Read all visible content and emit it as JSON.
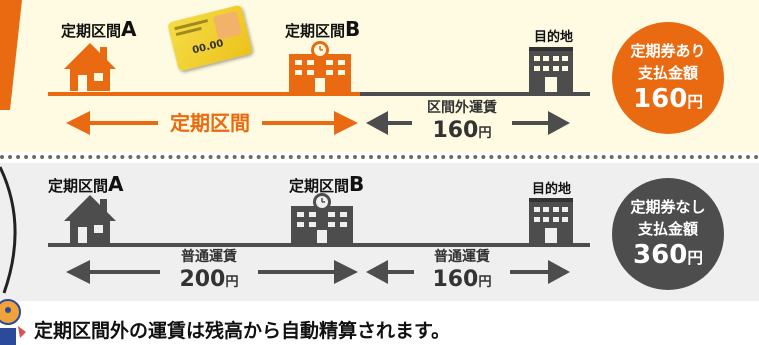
{
  "colors": {
    "orange": "#e96a10",
    "gray": "#4d4d4d",
    "top_bg": "#fffbe2",
    "bottom_bg": "#efefef"
  },
  "icons": {
    "home": "house-icon",
    "school": "school-building-icon",
    "destination": "office-building-icon",
    "card": "ic-card-icon",
    "mascot": "mascot-icon"
  },
  "with_pass": {
    "section_a": "定期区間",
    "section_a_letter": "A",
    "section_b": "定期区間",
    "section_b_letter": "B",
    "destination": "目的地",
    "card_balance": "00.00",
    "pass_range_label": "定期区間",
    "extra_fare_label": "区間外運賃",
    "extra_fare_amount": "160",
    "yen": "円",
    "badge_line1": "定期券あり",
    "badge_line2": "支払金額",
    "badge_amount": "160"
  },
  "without_pass": {
    "section_a": "定期区間",
    "section_a_letter": "A",
    "section_b": "定期区間",
    "section_b_letter": "B",
    "destination": "目的地",
    "fare1_label": "普通運賃",
    "fare1_amount": "200",
    "fare2_label": "普通運賃",
    "fare2_amount": "160",
    "yen": "円",
    "badge_line1": "定期券なし",
    "badge_line2": "支払金額",
    "badge_amount": "360"
  },
  "footer_note": "定期区間外の運賃は残高から自動精算されます。"
}
